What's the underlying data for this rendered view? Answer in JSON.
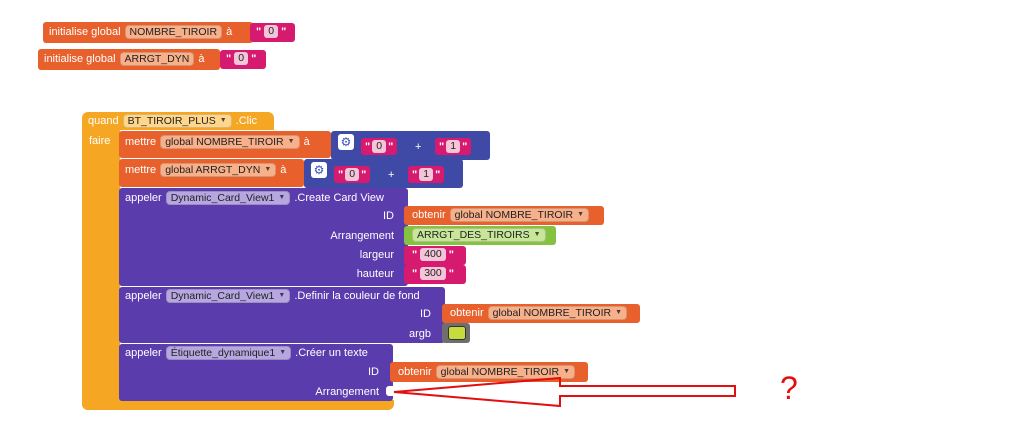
{
  "globals": [
    {
      "kw": "initialise global",
      "var": "NOMBRE_TIROIR",
      "to": "à",
      "value": "0"
    },
    {
      "kw": "initialise global",
      "var": "ARRGT_DYN",
      "to": "à",
      "value": "0"
    }
  ],
  "event": {
    "when": "quand",
    "component": "BT_TIROIR_PLUS",
    "event": ".Clic",
    "do": "faire"
  },
  "set1": {
    "kw": "mettre",
    "var": "global NOMBRE_TIROIR",
    "to": "à",
    "a": "0",
    "op": "+",
    "b": "1"
  },
  "set2": {
    "kw": "mettre",
    "var": "global ARRGT_DYN",
    "to": "à",
    "a": "0",
    "op": "+",
    "b": "1"
  },
  "call1": {
    "kw": "appeler",
    "component": "Dynamic_Card_View1",
    "method": ".Create Card View",
    "id_label": "ID",
    "id_get": "obtenir",
    "id_var": "global NOMBRE_TIROIR",
    "arr_label": "Arrangement",
    "arr_value": "ARRGT_DES_TIROIRS",
    "w_label": "largeur",
    "w_value": "400",
    "h_label": "hauteur",
    "h_value": "300"
  },
  "call2": {
    "kw": "appeler",
    "component": "Dynamic_Card_View1",
    "method": ".Definir la couleur de fond",
    "id_label": "ID",
    "id_get": "obtenir",
    "id_var": "global NOMBRE_TIROIR",
    "argb_label": "argb"
  },
  "call3": {
    "kw": "appeler",
    "component": "Étiquette_dynamique1",
    "method": ".Créer un texte",
    "id_label": "ID",
    "id_get": "obtenir",
    "id_var": "global NOMBRE_TIROIR",
    "arr_label": "Arrangement"
  },
  "annotation": {
    "mark": "?"
  },
  "colors": {
    "orange": "#e8602c",
    "purple": "#5b3cad",
    "indigo": "#3f4aa6",
    "event": "#f5a623",
    "green": "#86c242",
    "magenta": "#d61a6f",
    "red": "#e30e0e"
  }
}
